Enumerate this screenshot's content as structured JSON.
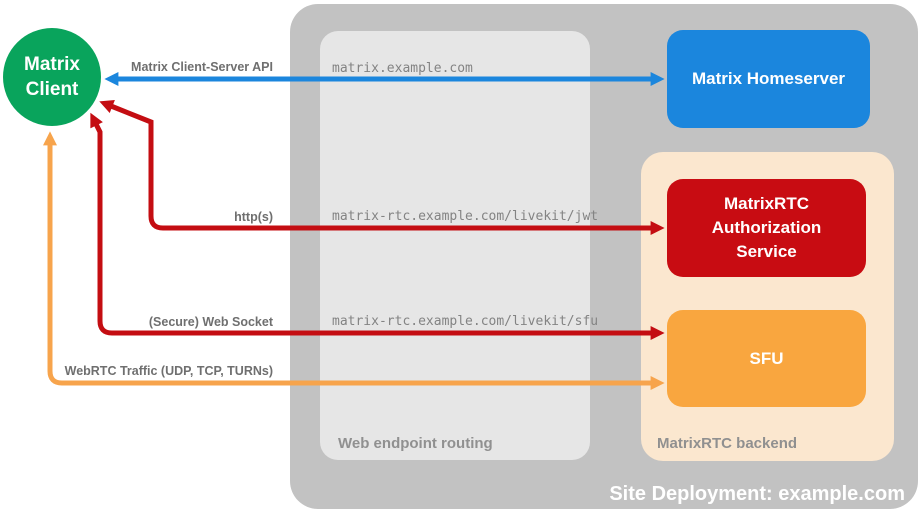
{
  "diagram": {
    "title": "Site Deployment: example.com",
    "client": {
      "label": "Matrix Client",
      "color": "#09a45c"
    },
    "nodes": {
      "homeserver": {
        "label": "Matrix Homeserver",
        "color": "#1b86dd"
      },
      "auth_service": {
        "label": "MatrixRTC Authorization Service",
        "color": "#c80c12"
      },
      "sfu": {
        "label": "SFU",
        "color": "#f9a63f"
      }
    },
    "groups": {
      "routing": {
        "label": "Web endpoint routing",
        "color": "#e6e6e6"
      },
      "backend": {
        "label": "MatrixRTC backend",
        "color": "#fbe7cf"
      },
      "site": {
        "color": "#c2c2c2"
      }
    },
    "endpoints": [
      "matrix.example.com",
      "matrix-rtc.example.com/livekit/jwt",
      "matrix-rtc.example.com/livekit/sfu"
    ],
    "arrows": [
      {
        "id": "client-server-api",
        "label": "Matrix Client-Server API",
        "color": "#1b86dd",
        "style": "double-headed",
        "from": "Matrix Client",
        "to": "Matrix Homeserver"
      },
      {
        "id": "https",
        "label": "http(s)",
        "color": "#c40d12",
        "style": "double-headed",
        "from": "Matrix Client",
        "to": "MatrixRTC Authorization Service"
      },
      {
        "id": "secure-web-socket",
        "label": "(Secure) Web Socket",
        "color": "#c40d12",
        "style": "double-headed",
        "from": "Matrix Client",
        "to": "SFU"
      },
      {
        "id": "webrtc-traffic",
        "label": "WebRTC Traffic (UDP, TCP, TURNs)",
        "color": "#f7a44c",
        "style": "double-headed",
        "from": "Matrix Client",
        "to": "SFU"
      }
    ]
  }
}
